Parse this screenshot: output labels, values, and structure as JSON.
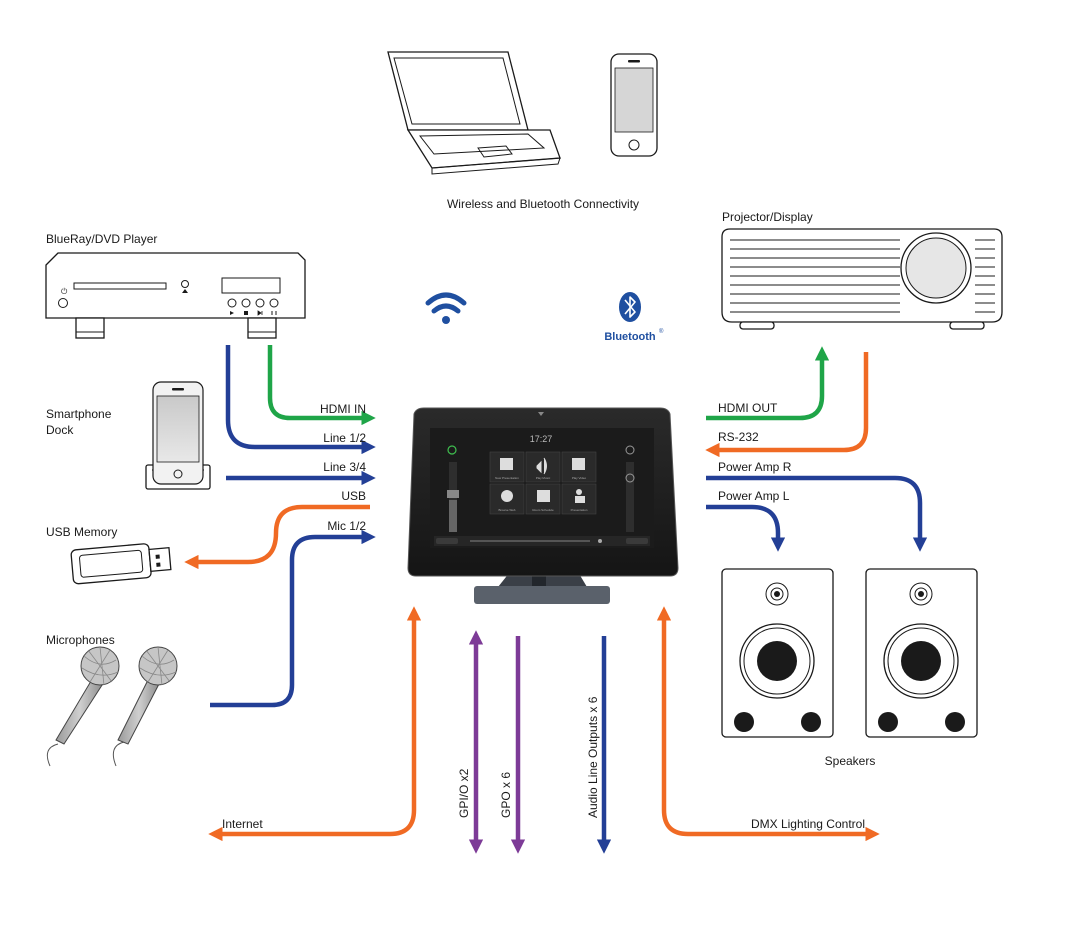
{
  "colors": {
    "blue": "#233f96",
    "green": "#1fa548",
    "orange": "#f06a24",
    "purple": "#7d3b97",
    "wifi": "#1f4fa0",
    "bluetooth": "#1f4fa0",
    "screen": "#222222",
    "panel_bg": "#1b1b1b"
  },
  "labels": {
    "wireless": "Wireless and Bluetooth Connectivity",
    "bluray": "BlueRay/DVD Player",
    "smartphone_dock": [
      "Smartphone",
      "Dock"
    ],
    "usb_memory": "USB Memory",
    "microphones": "Microphones",
    "projector": "Projector/Display",
    "speakers": "Speakers",
    "internet": "Internet",
    "dmx": "DMX Lighting Control",
    "bluetooth_word": "Bluetooth",
    "bluetooth_mark": "®"
  },
  "connections": {
    "hdmi_in": "HDMI IN",
    "line12": "Line 1/2",
    "line34": "Line 3/4",
    "usb": "USB",
    "mic12": "Mic 1/2",
    "hdmi_out": "HDMI OUT",
    "rs232": "RS-232",
    "power_amp_r": "Power Amp R",
    "power_amp_l": "Power Amp L",
    "gpio": "GPI/O x2",
    "gpo": "GPO x 6",
    "audio_out": "Audio Line Outputs x 6"
  },
  "panel_ui": {
    "time": "17:27",
    "tiles": [
      "New Presentation",
      "Play Music",
      "Play Video",
      "Browse Web",
      "Room Schedule",
      "Presentation"
    ]
  },
  "icons": [
    "laptop-icon",
    "smartphone-icon",
    "wifi-icon",
    "bluetooth-icon",
    "usb-stick-icon",
    "microphone-icon",
    "projector-icon",
    "speaker-icon",
    "touch-panel-icon"
  ]
}
